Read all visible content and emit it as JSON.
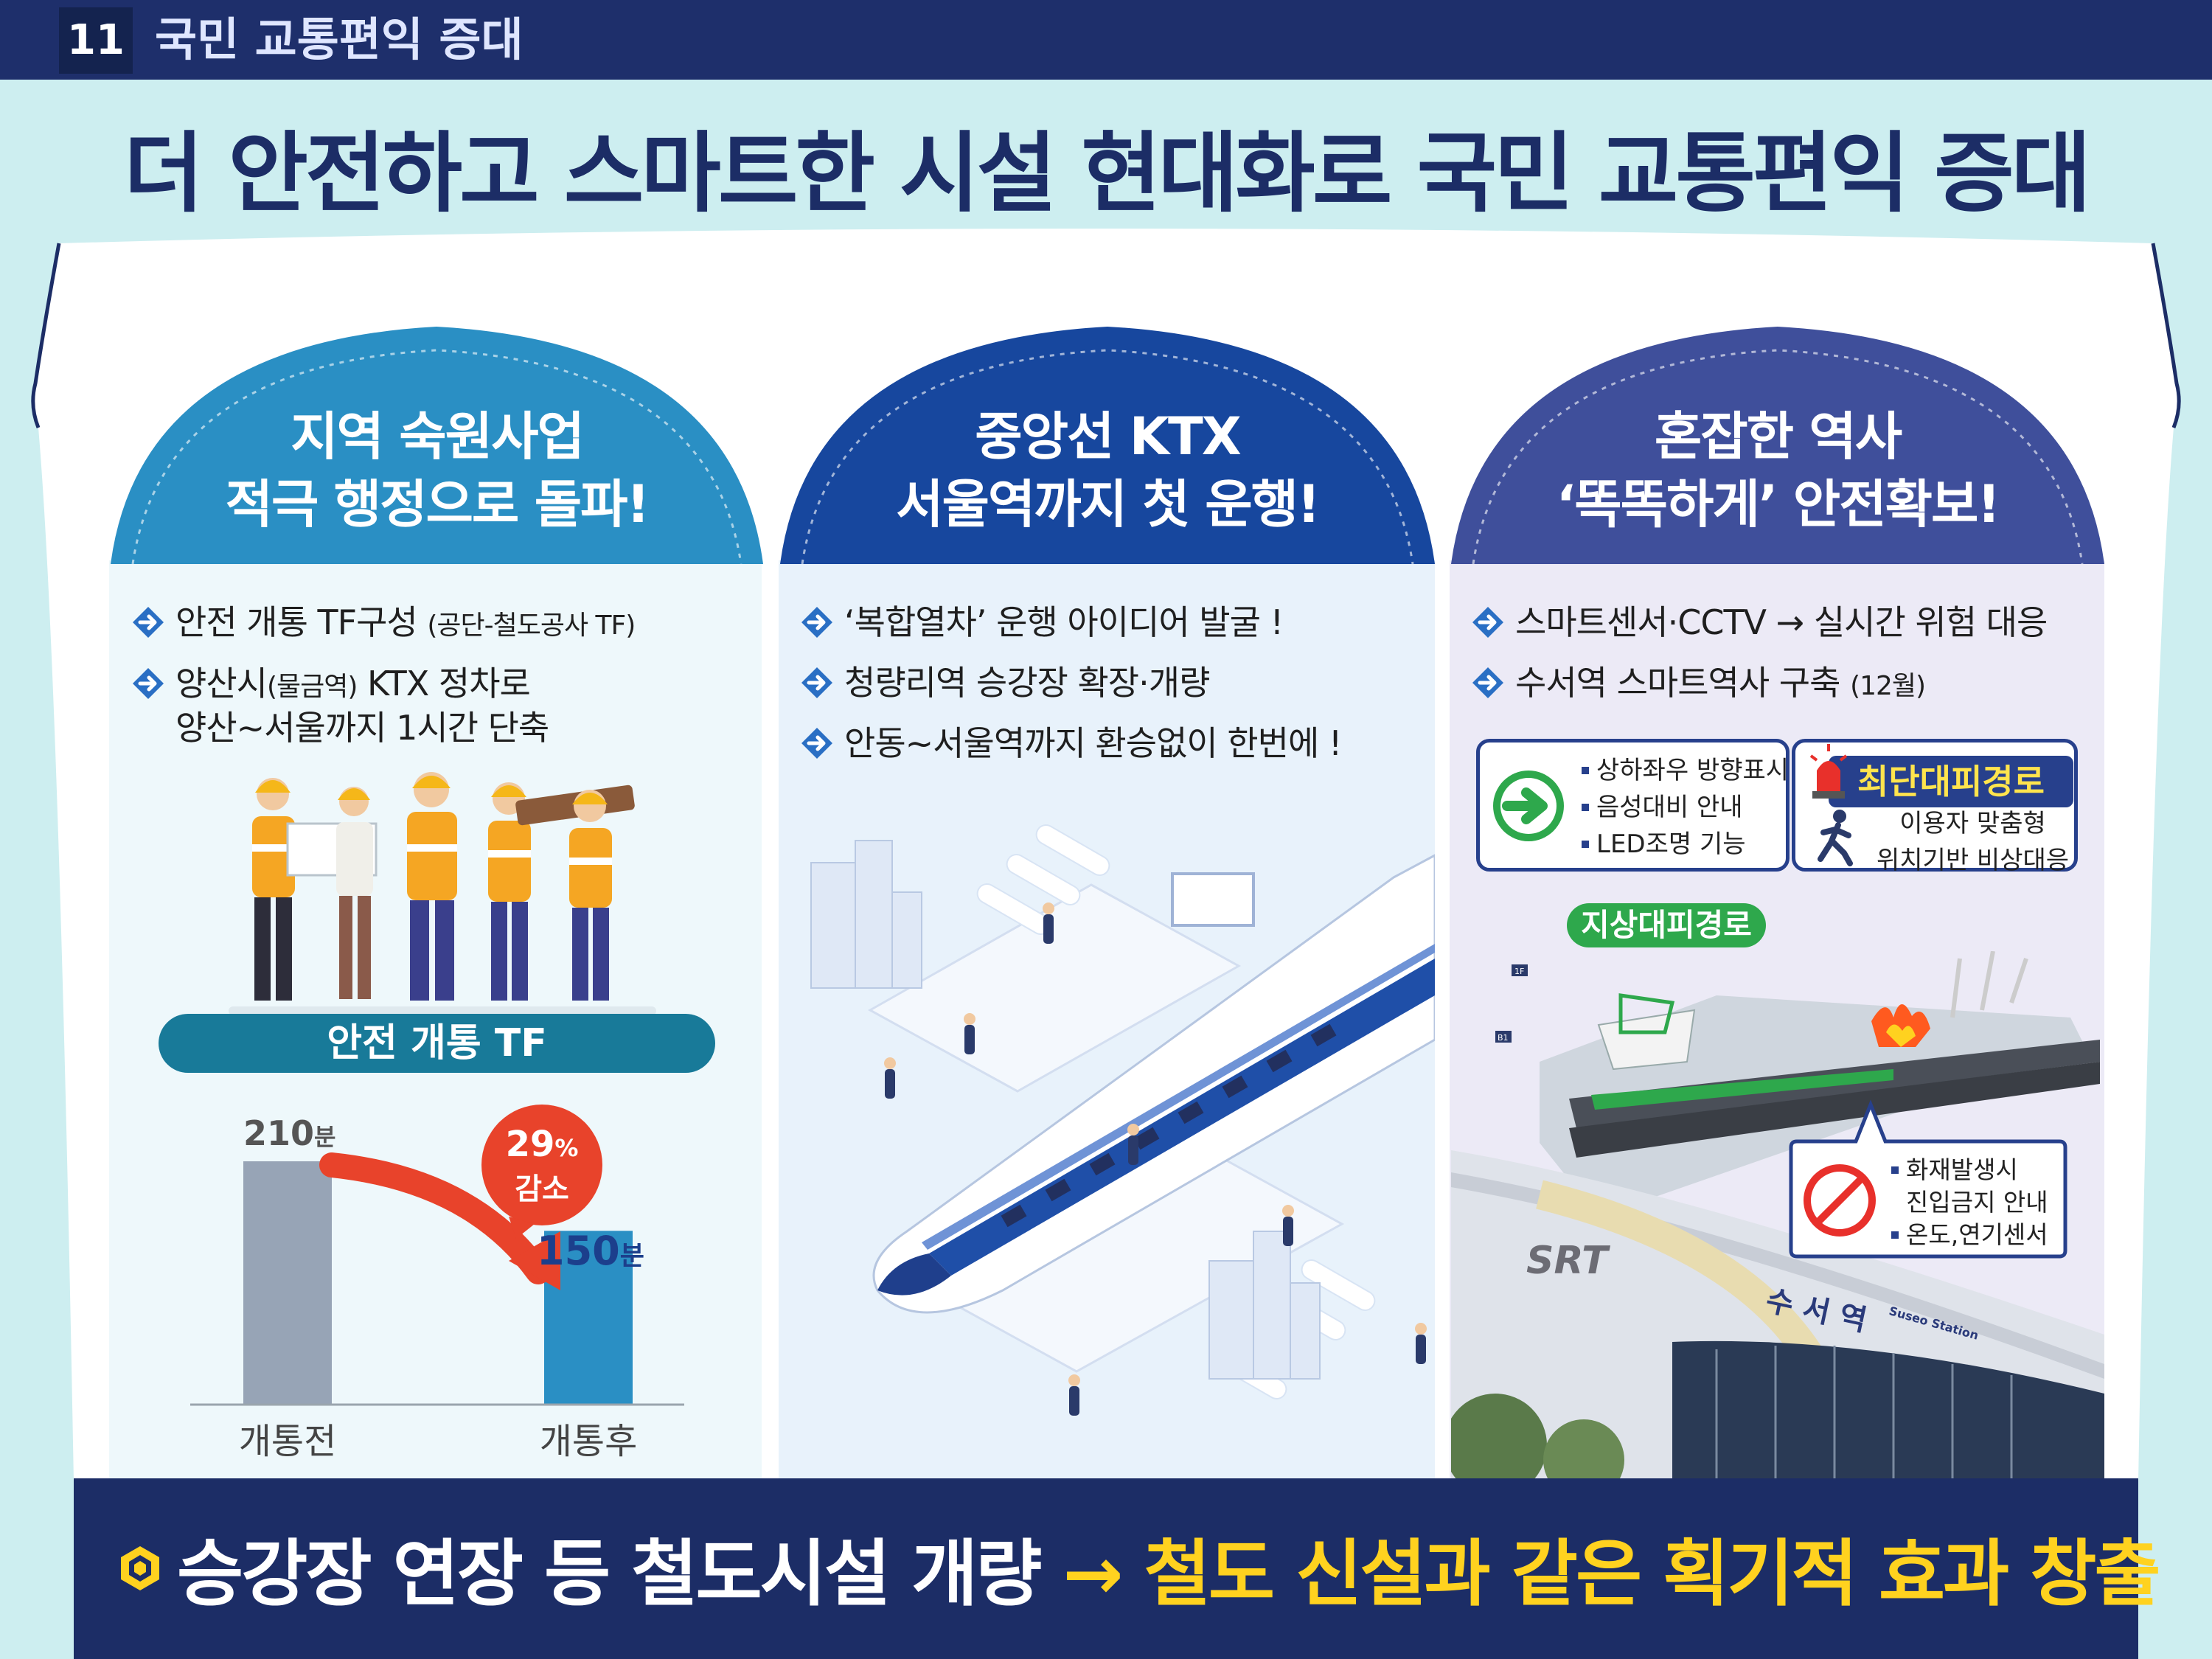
{
  "header": {
    "section_number": "11",
    "section_title": "국민 교통편익 증대"
  },
  "headline": "더 안전하고 스마트한 시설 현대화로 국민 교통편익 증대",
  "columns": [
    {
      "title_line1": "지역 숙원사업",
      "title_line2": "적극 행정으로 돌파!",
      "bullets": [
        {
          "main": "안전 개통 TF구성",
          "note": "(공단-철도공사 TF)"
        },
        {
          "line1_a": "양산시",
          "line1_note": "(물금역)",
          "line1_b": " KTX 정차로",
          "line2": "양산~서울까지 1시간 단축"
        }
      ],
      "tf_label": "안전 개통 TF",
      "chart": {
        "before_value": "210",
        "before_unit": "분",
        "after_value": "150",
        "after_unit": "분",
        "reduction_pct": "29",
        "reduction_pct_unit": "%",
        "reduction_label": "감소",
        "before_label": "개통전",
        "after_label": "개통후"
      }
    },
    {
      "title_line1": "중앙선 KTX",
      "title_line2": "서울역까지 첫 운행!",
      "bullets": [
        "‘복합열차’ 운행 아이디어 발굴 !",
        "청량리역 승강장 확장·개량",
        "안동~서울역까지 환승없이 한번에 !"
      ]
    },
    {
      "title_line1": "혼잡한 역사",
      "title_line2": "‘똑똑하게’ 안전확보!",
      "bullets": [
        "스마트센서·CCTV → 실시간 위험 대응",
        {
          "main": "수서역 스마트역사 구축",
          "note": "(12월)"
        }
      ],
      "panel_left": [
        "상하좌우 방향표시",
        "음성대비 안내",
        "LED조명 기능"
      ],
      "panel_right_title": "최단대피경로",
      "panel_right_lines": [
        "이용자 맞춤형",
        "위치기반 비상대응"
      ],
      "route_label": "지상대피경로",
      "fire_box": [
        "화재발생시",
        "진입금지 안내",
        "온도,연기센서"
      ],
      "map_floor_1": "1F",
      "map_floor_2": "B1",
      "station_brand": "SRT",
      "station_name_ko": "수 서 역",
      "station_name_en": "Suseo Station"
    }
  ],
  "bottom": {
    "left": "승강장 연장 등 철도시설 개량",
    "arrow": " → ",
    "right": "철도 신설과 같은 획기적 효과 창출"
  },
  "colors": {
    "navy": "#1c2d66",
    "teal_dome": "#2a8fc4",
    "blue_dome": "#17479e",
    "purple_dome": "#3f4f9b",
    "highlight_yellow": "#ffd21f",
    "reduction_red": "#e8432b"
  }
}
